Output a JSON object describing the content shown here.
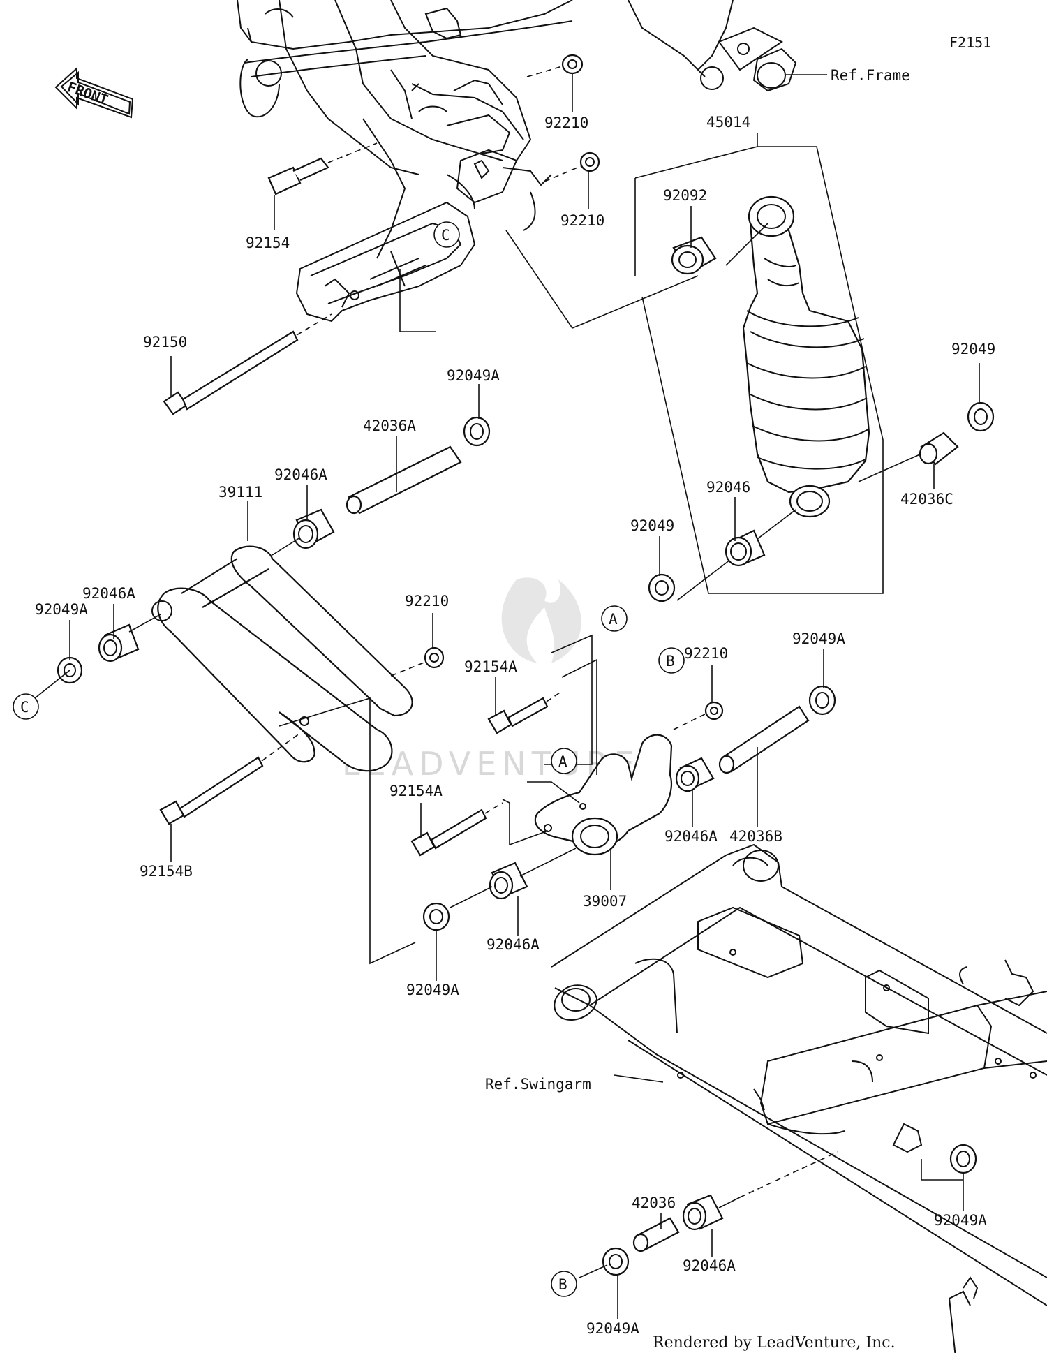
{
  "diagram_code": "F2151",
  "front_label": "FRONT",
  "credit": "Rendered by LeadVenture, Inc.",
  "watermark": "LEADVENTURE",
  "ref_labels": {
    "frame": "Ref.Frame",
    "swingarm": "Ref.Swingarm"
  },
  "ref_markers": {
    "a": "A",
    "b": "B",
    "c": "C"
  },
  "parts": {
    "p92210_top": "92210",
    "p45014": "45014",
    "p92154": "92154",
    "p92210_mid": "92210",
    "p92092": "92092",
    "p92150": "92150",
    "p92049_right": "92049",
    "p92049A_top": "92049A",
    "p42036A": "42036A",
    "p92046A_link": "92046A",
    "p39111": "39111",
    "p92046": "92046",
    "p42036C": "42036C",
    "p92049_shock": "92049",
    "p92046A_left": "92046A",
    "p92049A_left": "92049A",
    "p92210_link": "92210",
    "p92154A_top": "92154A",
    "p92210_rocker": "92210",
    "p92049A_rocker": "92049A",
    "p92154A_low": "92154A",
    "p42036B": "42036B",
    "p92046A_rocker": "92046A",
    "p92154B": "92154B",
    "p39007": "39007",
    "p92046A_low": "92046A",
    "p92049A_low": "92049A",
    "p92049A_swing": "92049A",
    "p42036": "42036",
    "p92046A_bottom": "92046A",
    "p92049A_bottom": "92049A"
  }
}
